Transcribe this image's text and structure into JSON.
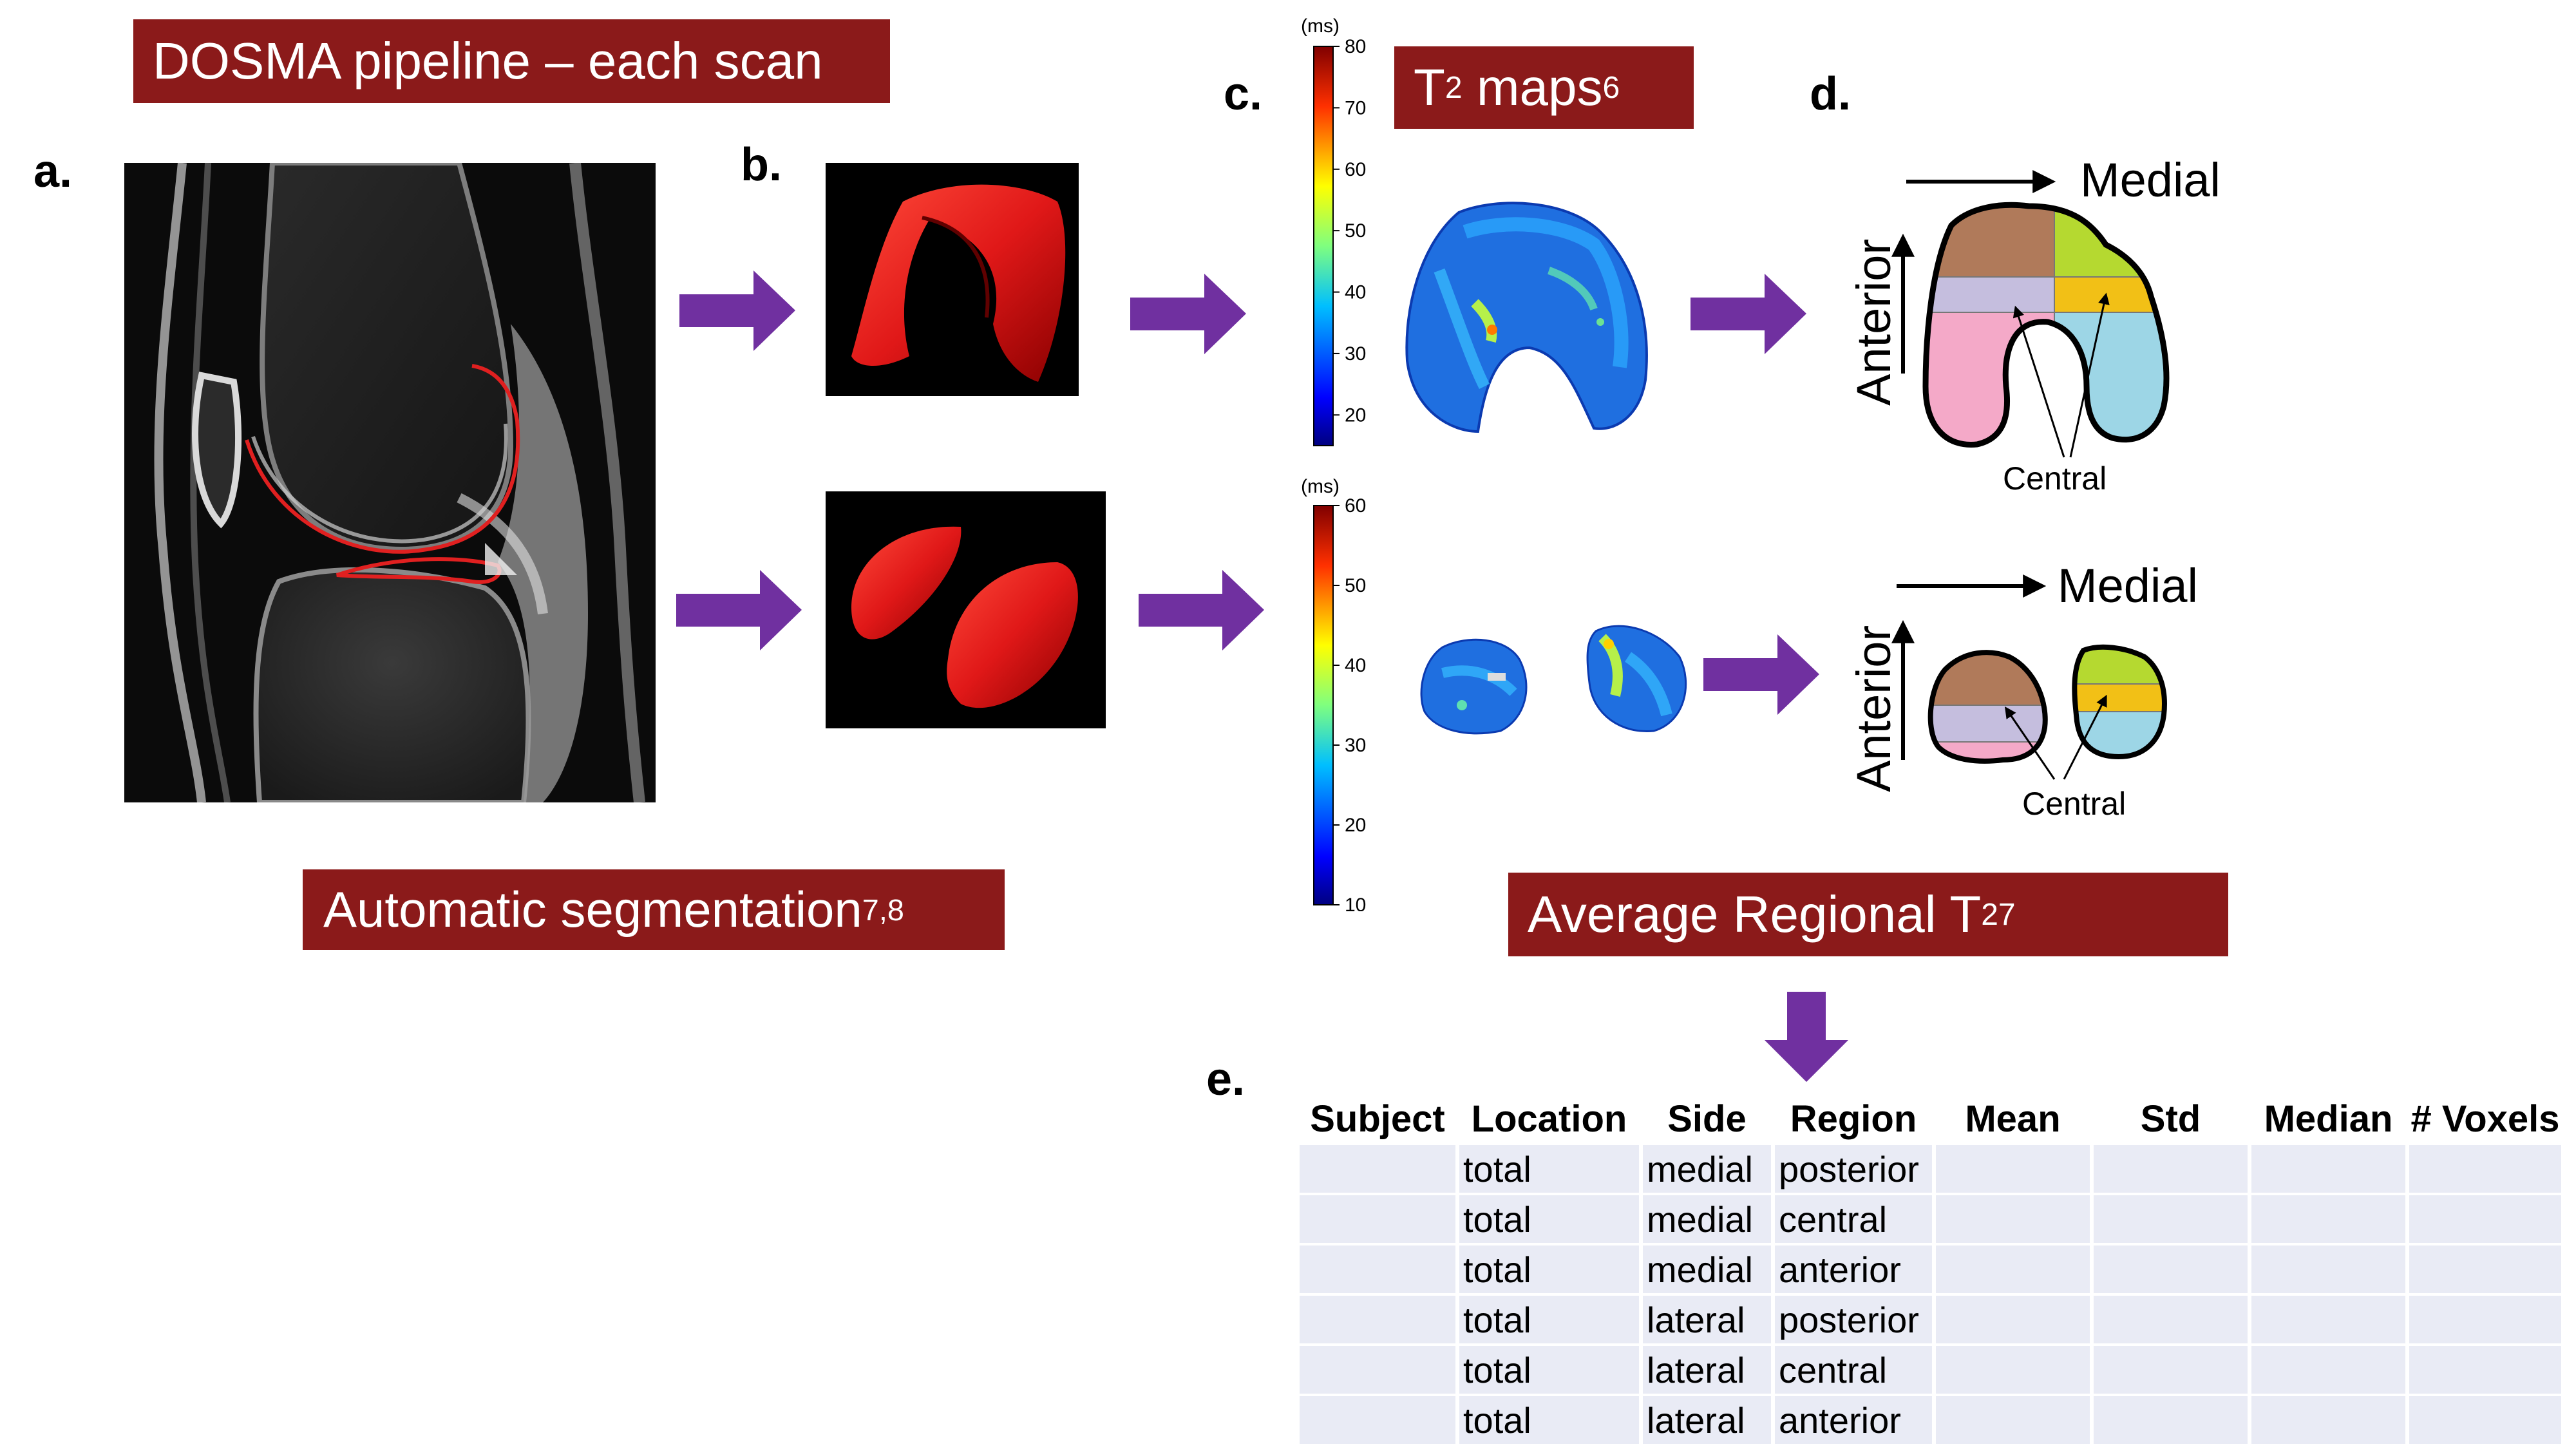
{
  "banners": {
    "pipeline": "DOSMA pipeline – each scan",
    "segmentation": "Automatic segmentation",
    "segmentation_refs": "7,8",
    "t2maps_sub": "2",
    "t2maps": "maps",
    "t2maps_prefix": "T",
    "t2maps_ref": "6",
    "regional": "Average Regional T",
    "regional_sub": "2",
    "regional_ref": "7"
  },
  "panel_labels": {
    "a": "a.",
    "b": "b.",
    "c": "c.",
    "d": "d.",
    "e": "e."
  },
  "colorbar_top": {
    "unit": "(ms)",
    "ticks": [
      "80",
      "70",
      "60",
      "50",
      "40",
      "30",
      "20"
    ],
    "range": [
      15,
      80
    ]
  },
  "colorbar_bottom": {
    "unit": "(ms)",
    "ticks": [
      "60",
      "50",
      "40",
      "30",
      "20",
      "10"
    ],
    "range": [
      10,
      60
    ]
  },
  "diagram_top": {
    "direction_h": "Medial",
    "direction_v": "Anterior",
    "center_label": "Central"
  },
  "diagram_bottom": {
    "direction_h": "Medial",
    "direction_v": "Anterior",
    "center_label": "Central"
  },
  "region_colors": {
    "posterior_lateral": "#B07A5A",
    "posterior_medial": "#B5D930",
    "central_lateral": "#C5BEDE",
    "central_medial": "#F2C016",
    "anterior_lateral": "#F4A9C8",
    "anterior_medial": "#9DD6E6"
  },
  "arrow_color": "#7030A0",
  "banner_color": "#8B1A1A",
  "table": {
    "headers": [
      "Subject",
      "Location",
      "Side",
      "Region",
      "Mean",
      "Std",
      "Median",
      "# Voxels"
    ],
    "rows": [
      [
        "",
        "total",
        "medial",
        "posterior",
        "",
        "",
        "",
        ""
      ],
      [
        "",
        "total",
        "medial",
        "central",
        "",
        "",
        "",
        ""
      ],
      [
        "",
        "total",
        "medial",
        "anterior",
        "",
        "",
        "",
        ""
      ],
      [
        "",
        "total",
        "lateral",
        "posterior",
        "",
        "",
        "",
        ""
      ],
      [
        "",
        "total",
        "lateral",
        "central",
        "",
        "",
        "",
        ""
      ],
      [
        "",
        "total",
        "lateral",
        "anterior",
        "",
        "",
        "",
        ""
      ]
    ]
  }
}
